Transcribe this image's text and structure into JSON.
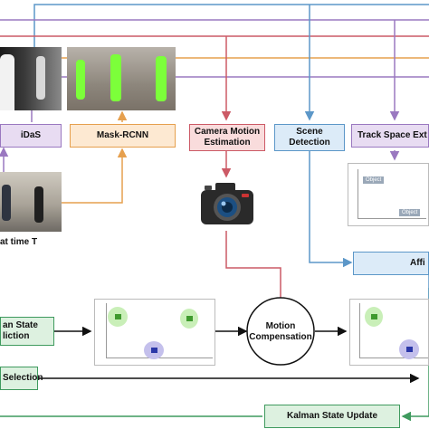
{
  "boxes": {
    "midas": "iDaS",
    "mask_rcnn": "Mask-RCNN",
    "camera_motion_line1": "Camera Motion",
    "camera_motion_line2": "Estimation",
    "scene_detection_line1": "Scene",
    "scene_detection_line2": "Detection",
    "track_space": "Track Space Ext",
    "affinity": "Affi",
    "kalman_pred_line1": "an State",
    "kalman_pred_line2": "liction",
    "selection": "Selection",
    "kalman_update": "Kalman State Update"
  },
  "node": {
    "motion_line1": "Motion",
    "motion_line2": "Compensation"
  },
  "labels": {
    "frame_time": "at time T"
  },
  "plot_tags": {
    "tag1": "Object",
    "tag2": "Object"
  },
  "colors": {
    "purple": "#9a78c0",
    "orange": "#e6a04e",
    "red": "#cc5a66",
    "blue": "#5c97c8",
    "green": "#3f9a5e",
    "black": "#111111"
  },
  "icons": {
    "camera": "camera-icon"
  }
}
